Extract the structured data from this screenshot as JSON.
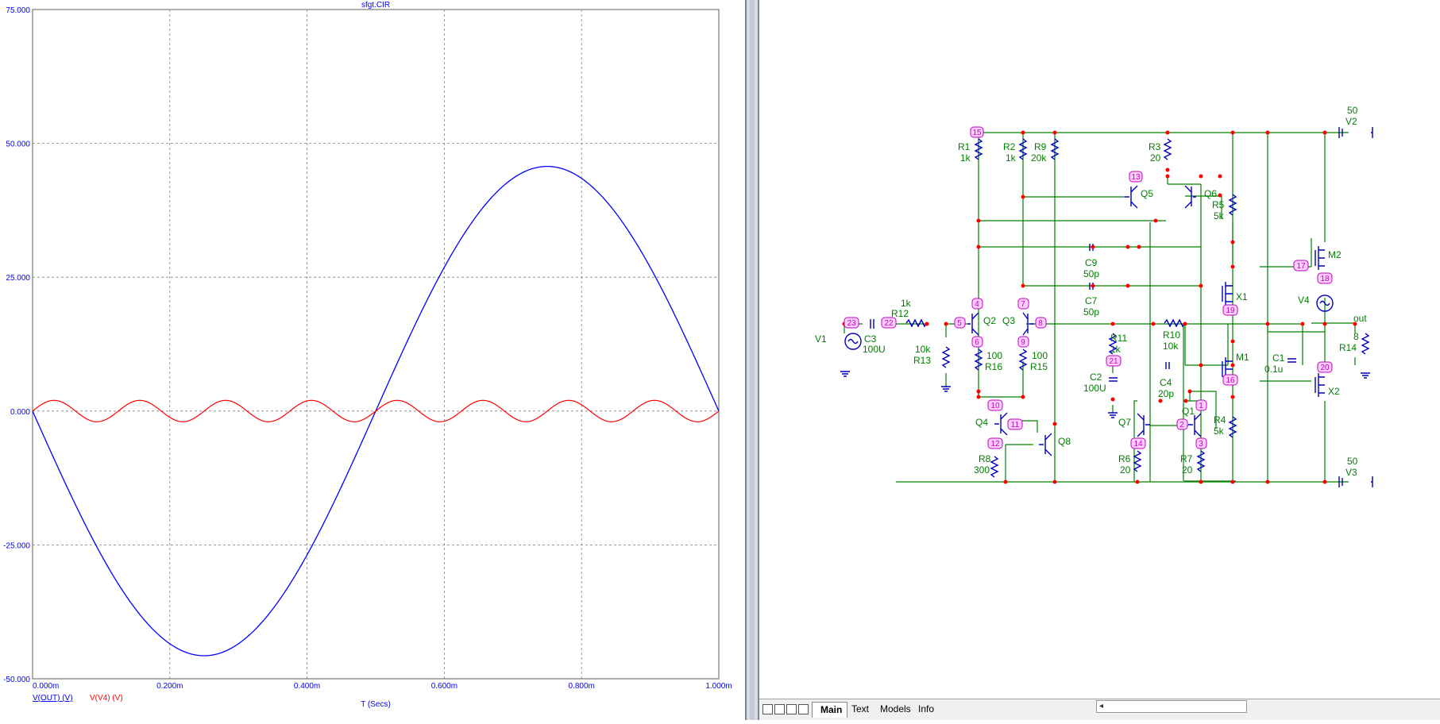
{
  "chart_data": {
    "type": "line",
    "title": "sfgt.CIR",
    "xlabel": "T (Secs)",
    "ylabel": "",
    "xlim": [
      0,
      0.001
    ],
    "ylim": [
      -50,
      75
    ],
    "x_ticks": [
      "0.000m",
      "0.200m",
      "0.400m",
      "0.600m",
      "0.800m",
      "1.000m"
    ],
    "y_ticks": [
      "75.000",
      "50.000",
      "25.000",
      "0.000",
      "-25.000",
      "-50.000"
    ],
    "grid": true,
    "legend_position": "bottom-left",
    "series": [
      {
        "name": "V(OUT) (V)",
        "color": "#0000ff",
        "x": [
          0,
          6.25e-05,
          0.000125,
          0.0001875,
          0.00025,
          0.0003125,
          0.000375,
          0.0004375,
          0.0005,
          0.0005625,
          0.000625,
          0.0006875,
          0.00075,
          0.0008125,
          0.000875,
          0.0009375,
          0.001
        ],
        "y": [
          0,
          -17.5,
          -32.3,
          -42.2,
          -45.7,
          -42.2,
          -32.3,
          -17.5,
          0,
          17.5,
          32.3,
          42.2,
          45.7,
          42.2,
          32.3,
          17.5,
          0
        ]
      },
      {
        "name": "V(V4) (V)",
        "color": "#ff0000",
        "description_amplitude": 2,
        "x": [
          0,
          3.125e-05,
          6.25e-05,
          9.375e-05,
          0.000125
        ],
        "y": [
          0,
          2,
          0,
          -2,
          0
        ]
      }
    ]
  },
  "schematic": {
    "tabs": [
      "Main",
      "Text",
      "Models",
      "Info"
    ],
    "active_tab": "Main",
    "labels": {
      "v2_val": "50",
      "v2": "V2",
      "v3_val": "50",
      "v3": "V3",
      "r1": "R1",
      "r1v": "1k",
      "r2": "R2",
      "r2v": "1k",
      "r9": "R9",
      "r9v": "20k",
      "r3": "R3",
      "r3v": "20",
      "r5": "R5",
      "r5v": "5k",
      "q5": "Q5",
      "q6": "Q6",
      "m2": "M2",
      "m1": "M1",
      "x1": "X1",
      "x2": "X2",
      "c9": "C9",
      "c9v": "50p",
      "c7": "C7",
      "c7v": "50p",
      "v4": "V4",
      "r12v": "1k",
      "r12": "R12",
      "q2": "Q2",
      "q3": "Q3",
      "out": "out",
      "r14v": "8",
      "r14": "R14",
      "v1": "V1",
      "c3": "C3",
      "c3v": "100U",
      "r13v": "10k",
      "r13": "R13",
      "r16v": "100",
      "r16": "R16",
      "r15v": "100",
      "r15": "R15",
      "r11": "R11",
      "r11v": "1k",
      "r10": "R10",
      "r10v": "10k",
      "c1": "C1",
      "c1v": "0.1u",
      "c2": "C2",
      "c2v": "100U",
      "c4": "C4",
      "c4v": "20p",
      "q4": "Q4",
      "q8": "Q8",
      "q7": "Q7",
      "q1": "Q1",
      "r4": "R4",
      "r4v": "5k",
      "r8": "R8",
      "r8v": "300",
      "r6": "R6",
      "r6v": "20",
      "r7": "R7",
      "r7v": "20"
    },
    "nodes": [
      "1",
      "2",
      "3",
      "4",
      "5",
      "6",
      "7",
      "8",
      "9",
      "10",
      "11",
      "12",
      "13",
      "14",
      "15",
      "16",
      "17",
      "18",
      "19",
      "20",
      "21",
      "22",
      "23"
    ],
    "colors": {
      "wire": "#008000",
      "component": "#0000c0",
      "node": "#ff0000",
      "node_label": "#c000c0"
    }
  }
}
